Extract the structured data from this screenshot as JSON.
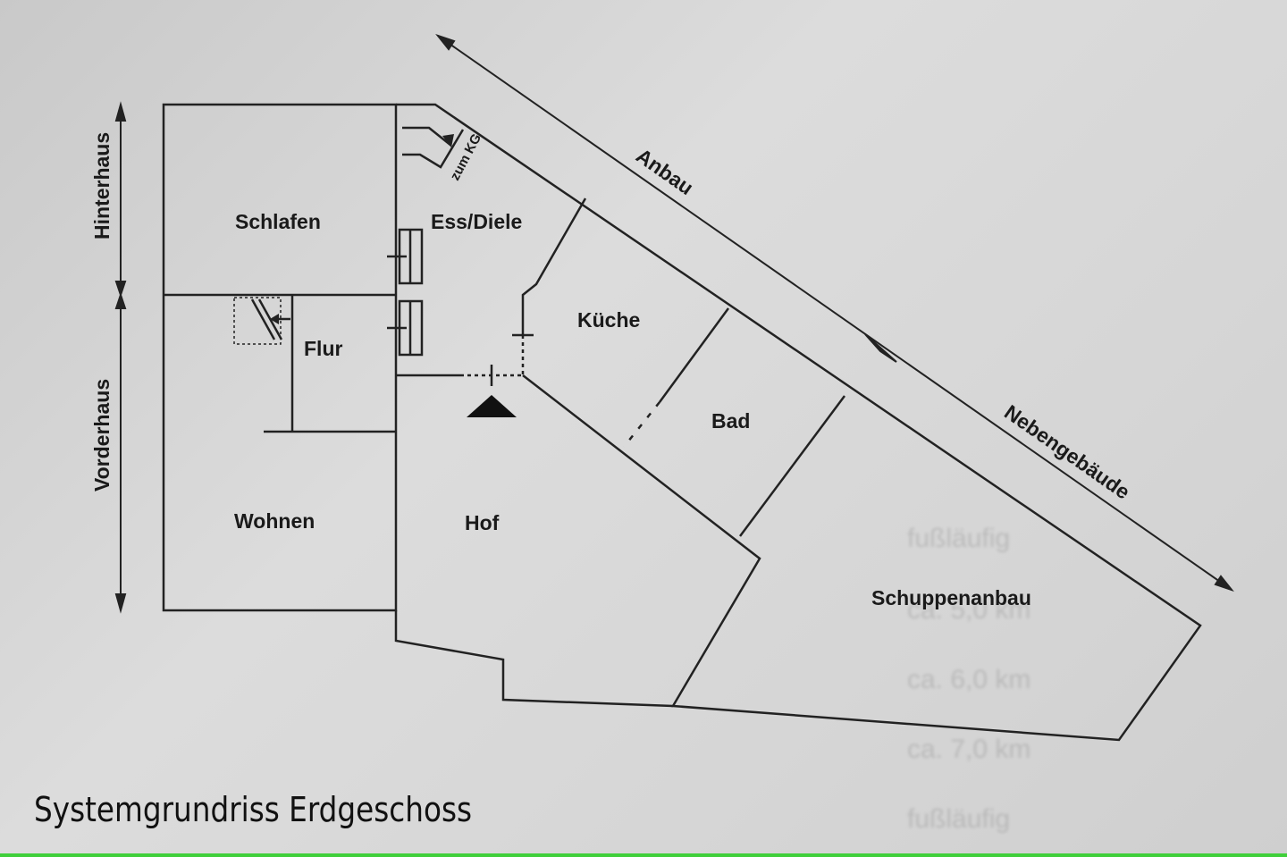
{
  "diagram": {
    "rooms": {
      "schlafen": "Schlafen",
      "ess_diele": "Ess/Diele",
      "kueche": "Küche",
      "flur": "Flur",
      "bad": "Bad",
      "wohnen": "Wohnen",
      "hof": "Hof",
      "schuppenanbau": "Schuppenanbau"
    },
    "annotations": {
      "zum_kg": "zum KG",
      "hinterhaus": "Hinterhaus",
      "vorderhaus": "Vorderhaus",
      "anbau": "Anbau",
      "nebengebaeude": "Nebengebäude"
    }
  },
  "background_text": [
    "ca. 5,0 km",
    "ca. 6,0 km",
    "ca. 7,0 km",
    "fußläufig",
    "fußläufig"
  ],
  "caption": "Systemgrundriss Erdgeschoss",
  "colors": {
    "accent_bar": "#3fcf3a"
  }
}
